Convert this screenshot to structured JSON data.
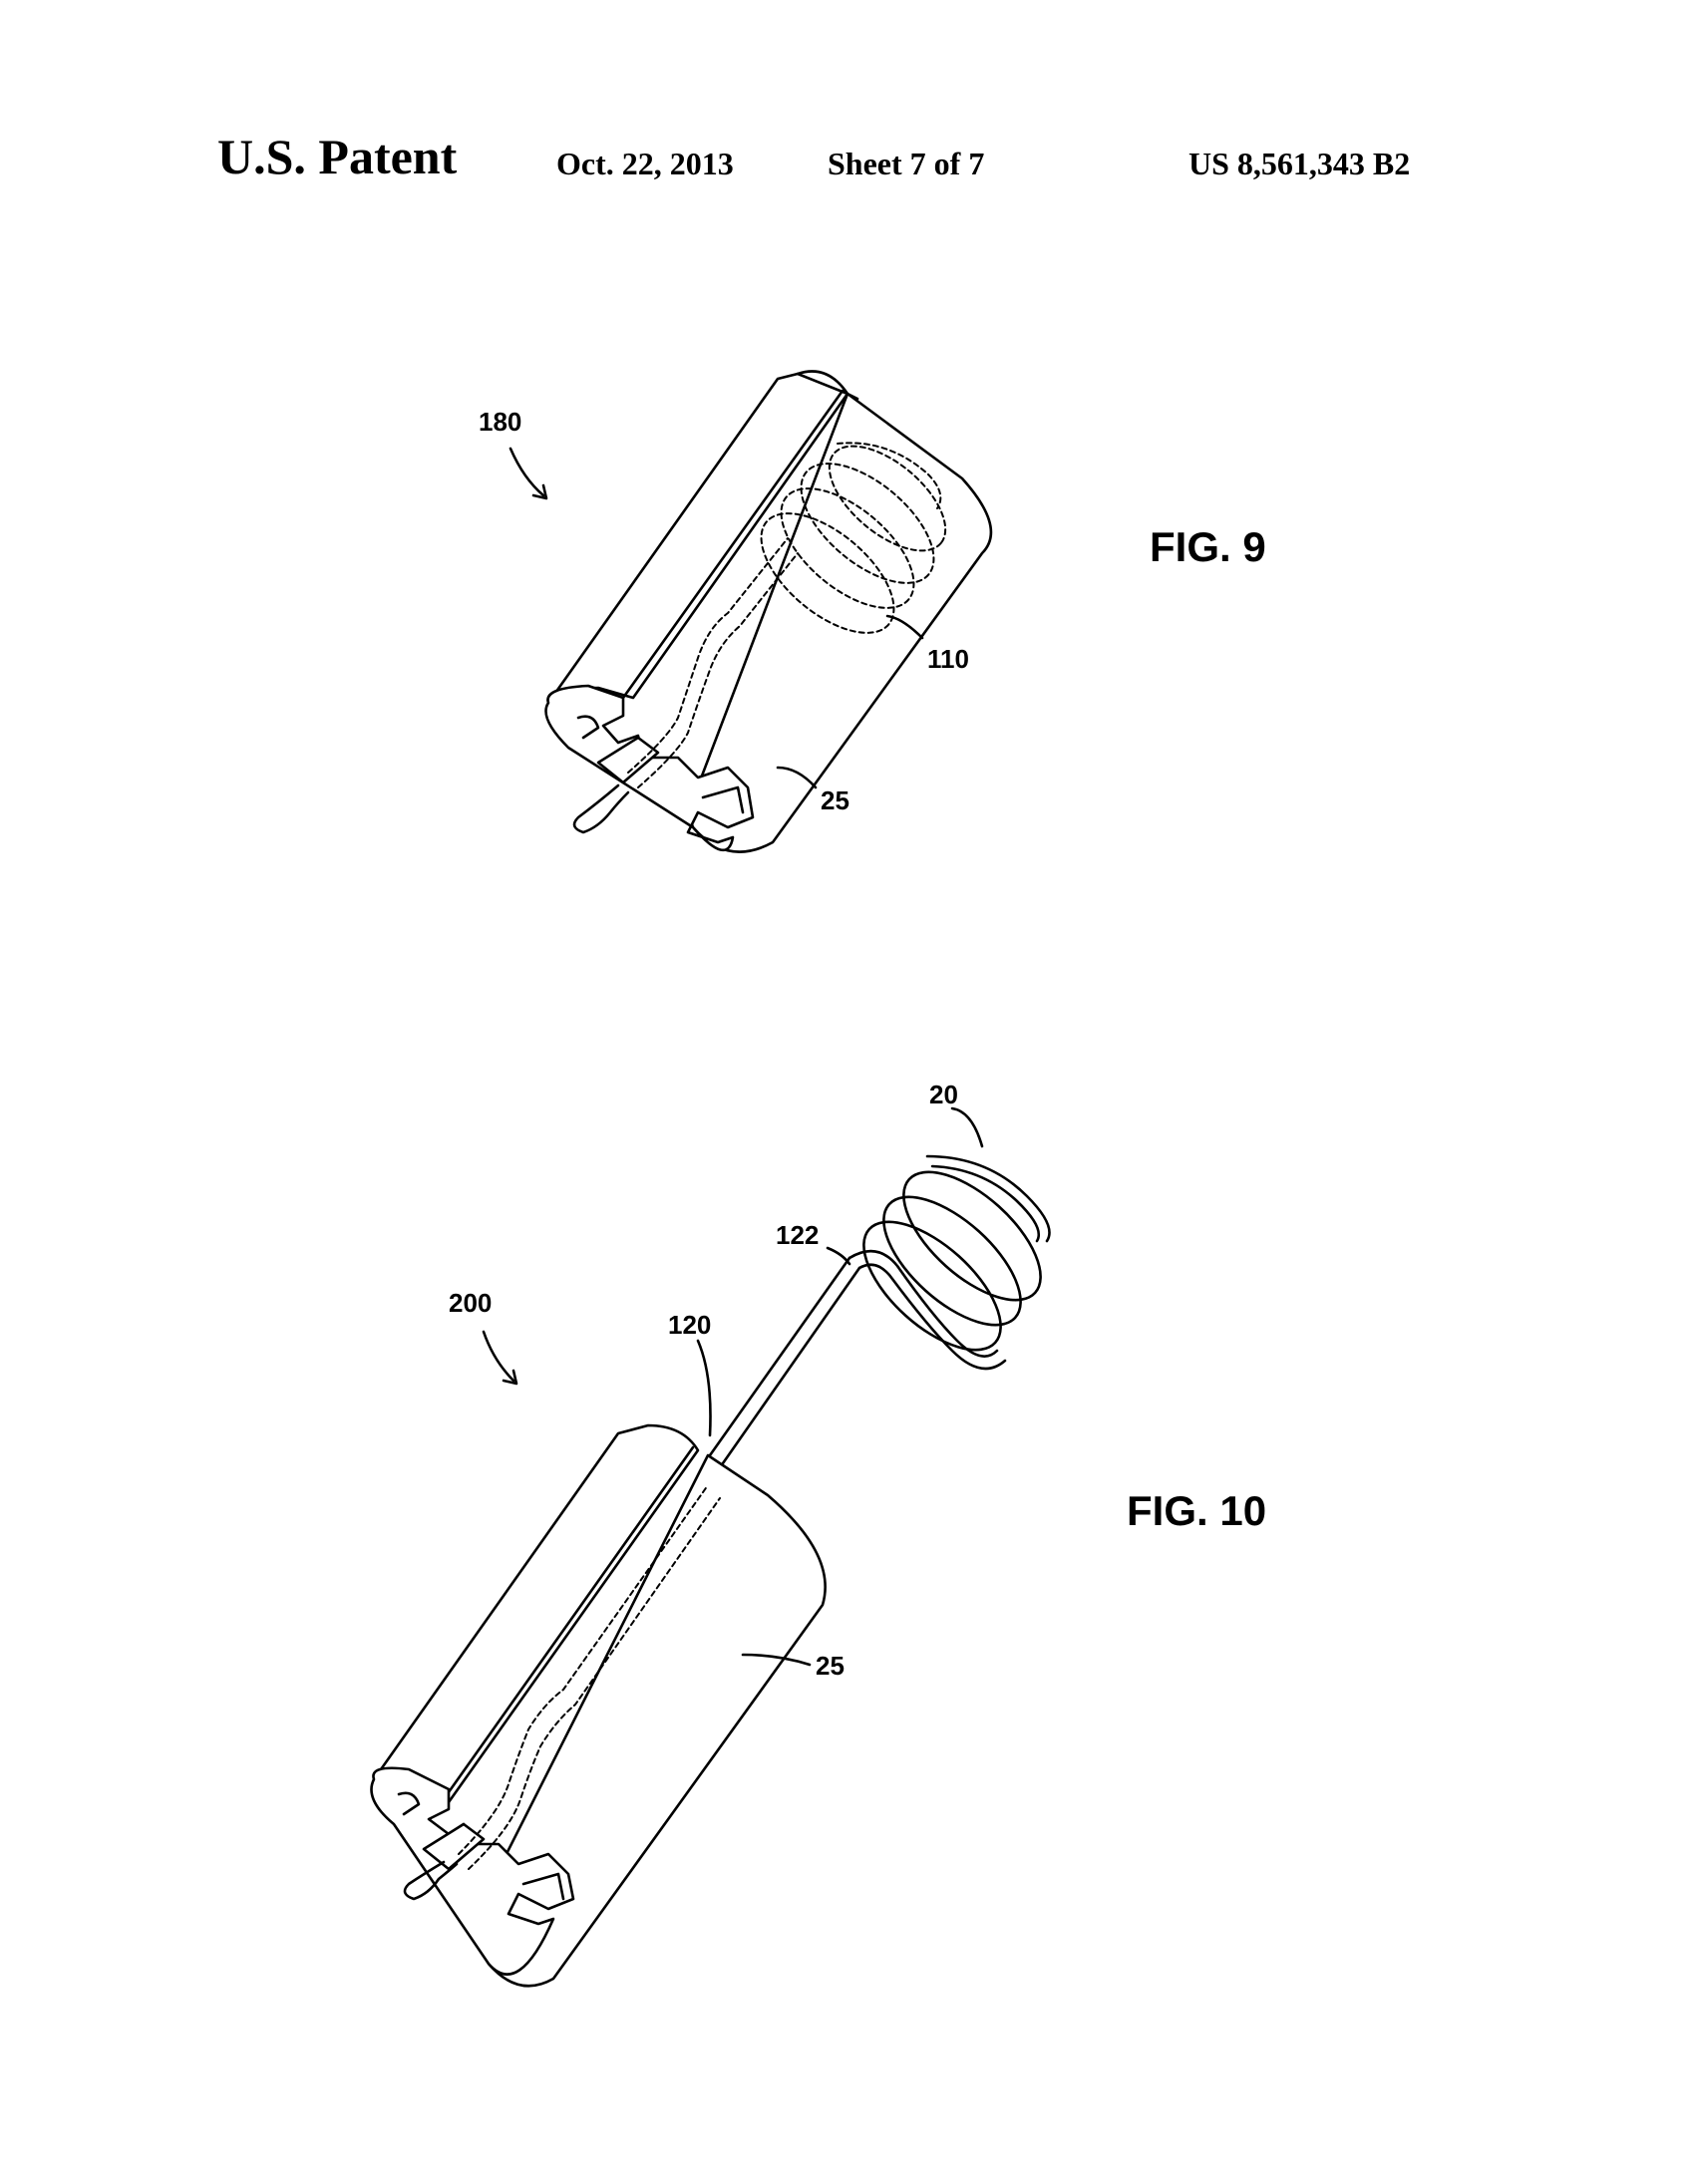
{
  "header": {
    "title": "U.S. Patent",
    "date": "Oct. 22, 2013",
    "sheet": "Sheet 7 of 7",
    "patent_number": "US 8,561,343 B2"
  },
  "figure9": {
    "caption": "FIG. 9",
    "labels": {
      "assembly": "180",
      "coil": "110",
      "body": "25"
    }
  },
  "figure10": {
    "caption": "FIG. 10",
    "labels": {
      "assembly": "200",
      "coil": "20",
      "lead_bend": "122",
      "lead": "120",
      "body": "25"
    }
  }
}
